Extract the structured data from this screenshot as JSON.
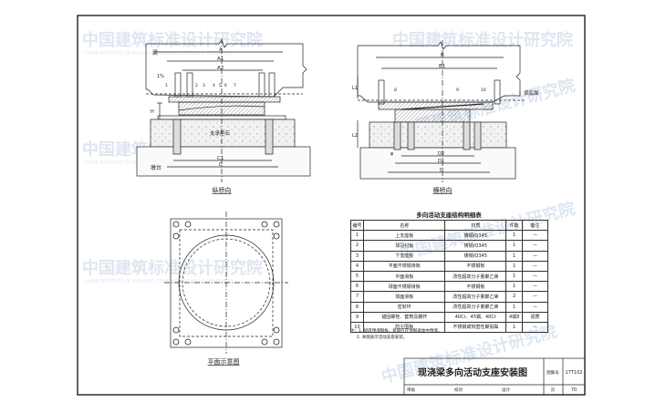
{
  "watermark": {
    "cn": "中国建筑标准设计研究院",
    "en": "CHINA INSTITUTE OF BUILDING STANDARD DESIGN & RESEARCH"
  },
  "elevation_long": {
    "caption": "纵桥向",
    "labels": {
      "beam": "梁",
      "slope": "1%",
      "pedestal": "支承垫石",
      "pier": "墩台",
      "height": "H"
    },
    "dims": {
      "a": "A",
      "a1": "A1",
      "a2": "A2",
      "c": "C",
      "c1": "C1"
    },
    "part_numbers": [
      "1",
      "2",
      "3",
      "4",
      "5",
      "6",
      "7"
    ]
  },
  "elevation_trans": {
    "caption": "横桥向",
    "labels": {
      "beam_bottom": "梁底面",
      "l1": "L1",
      "l2": "L2",
      "phi": "φ"
    },
    "dims": {
      "b": "B",
      "b1": "B1",
      "d": "D",
      "d1": "D1",
      "d2": "D2"
    },
    "part_numbers": [
      "8",
      "9",
      "10"
    ]
  },
  "plan": {
    "caption": "平面示意图"
  },
  "parts_table": {
    "title": "多向活动支座结构明细表",
    "headers": [
      "编号",
      "名称",
      "材质",
      "件数",
      "备注"
    ],
    "rows": [
      [
        "1",
        "上支座板",
        "铸钢/Q345",
        "1",
        "—"
      ],
      [
        "2",
        "球冠衬板",
        "铸钢/Q345",
        "1",
        "—"
      ],
      [
        "3",
        "下支座板",
        "铸钢/Q345",
        "1",
        "—"
      ],
      [
        "4",
        "平面不锈钢滑板",
        "不锈钢板",
        "1",
        "—"
      ],
      [
        "5",
        "平面滑板",
        "改性超高分子量聚乙烯",
        "1",
        "—"
      ],
      [
        "6",
        "球面不锈钢滑板",
        "不锈钢板",
        "1",
        "—"
      ],
      [
        "7",
        "球面滑板",
        "改性超高分子量聚乙烯",
        "2",
        "—"
      ],
      [
        "8",
        "密封环",
        "改性超高分子量聚乙烯",
        "1",
        "—"
      ],
      [
        "9",
        "锚固螺栓、套筒及螺杆",
        "40Cr、45钢、40Cr",
        "4或8",
        "调质"
      ],
      [
        "10",
        "防尘围板",
        "不锈钢或热塑性聚氨酯",
        "1",
        "—"
      ]
    ],
    "notes": [
      "注：1. 梁底预埋钢板、套筒应在预制梁体中预埋。",
      "2. 本图表示活动支座安装。"
    ]
  },
  "title_block": {
    "title": "现浇梁多向活动支座安装图",
    "atlas_label": "图集号",
    "atlas_no": "17T102",
    "review_label": "审核",
    "check_label": "校对",
    "design_label": "设计",
    "page_label": "页",
    "page_no": "70"
  }
}
